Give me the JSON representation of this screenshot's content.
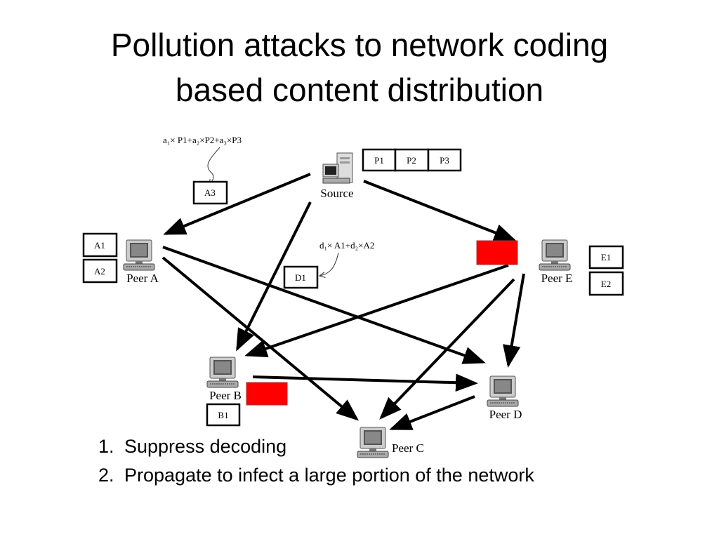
{
  "title_line1": "Pollution attacks to network coding",
  "title_line2": "based content distribution",
  "diagram": {
    "nodes": {
      "source": "Source",
      "peer_a": "Peer A",
      "peer_b": "Peer B",
      "peer_c": "Peer C",
      "peer_d": "Peer D",
      "peer_e": "Peer E"
    },
    "packets": {
      "p1": "P1",
      "p2": "P2",
      "p3": "P3",
      "a1": "A1",
      "a2": "A2",
      "a3": "A3",
      "d1": "D1",
      "e1": "E1",
      "e2": "E2",
      "b1": "B1"
    },
    "formula_a3": "a₁× P1+a₂×P2+a₃×P3",
    "formula_d1": "d₁× A1+d₂×A2",
    "polluted_color": "#ff0000"
  },
  "bullets": [
    {
      "num": "1.",
      "text": "Suppress decoding"
    },
    {
      "num": "2.",
      "text": "Propagate to infect a large portion of the network"
    }
  ]
}
